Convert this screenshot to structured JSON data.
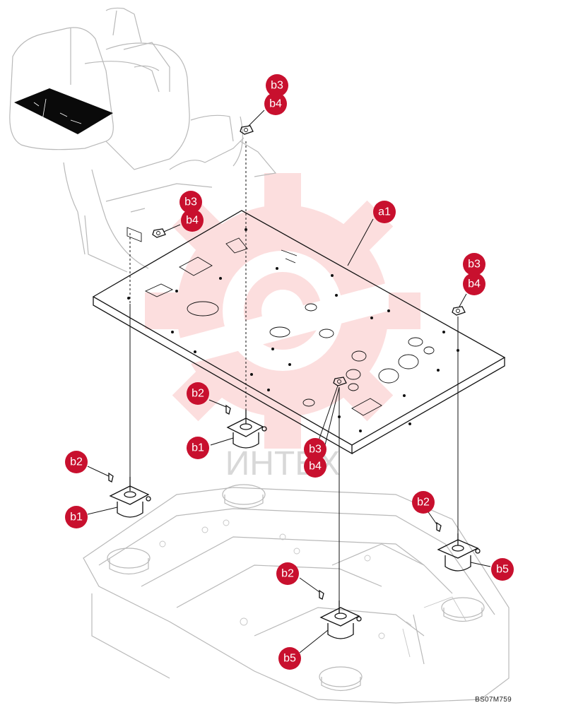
{
  "drawing_code": "BS07M759",
  "watermark_text": "ИНТЕХ",
  "colors": {
    "callout": "#c8102e",
    "callout_text": "#ffffff",
    "watermark": "#f26d6d",
    "ink": "#111111",
    "ghost": "#b9b9b9"
  },
  "callouts": [
    {
      "id": "a1",
      "label": "a1"
    },
    {
      "id": "b3-top",
      "label": "b3"
    },
    {
      "id": "b4-top",
      "label": "b4"
    },
    {
      "id": "b3-left",
      "label": "b3"
    },
    {
      "id": "b4-left",
      "label": "b4"
    },
    {
      "id": "b3-right",
      "label": "b3"
    },
    {
      "id": "b4-right",
      "label": "b4"
    },
    {
      "id": "b3-center",
      "label": "b3"
    },
    {
      "id": "b4-center",
      "label": "b4"
    },
    {
      "id": "b2-center",
      "label": "b2"
    },
    {
      "id": "b1-center",
      "label": "b1"
    },
    {
      "id": "b2-left",
      "label": "b2"
    },
    {
      "id": "b1-left",
      "label": "b1"
    },
    {
      "id": "b2-right",
      "label": "b2"
    },
    {
      "id": "b5-right",
      "label": "b5"
    },
    {
      "id": "b2-front",
      "label": "b2"
    },
    {
      "id": "b5-front",
      "label": "b5"
    }
  ]
}
